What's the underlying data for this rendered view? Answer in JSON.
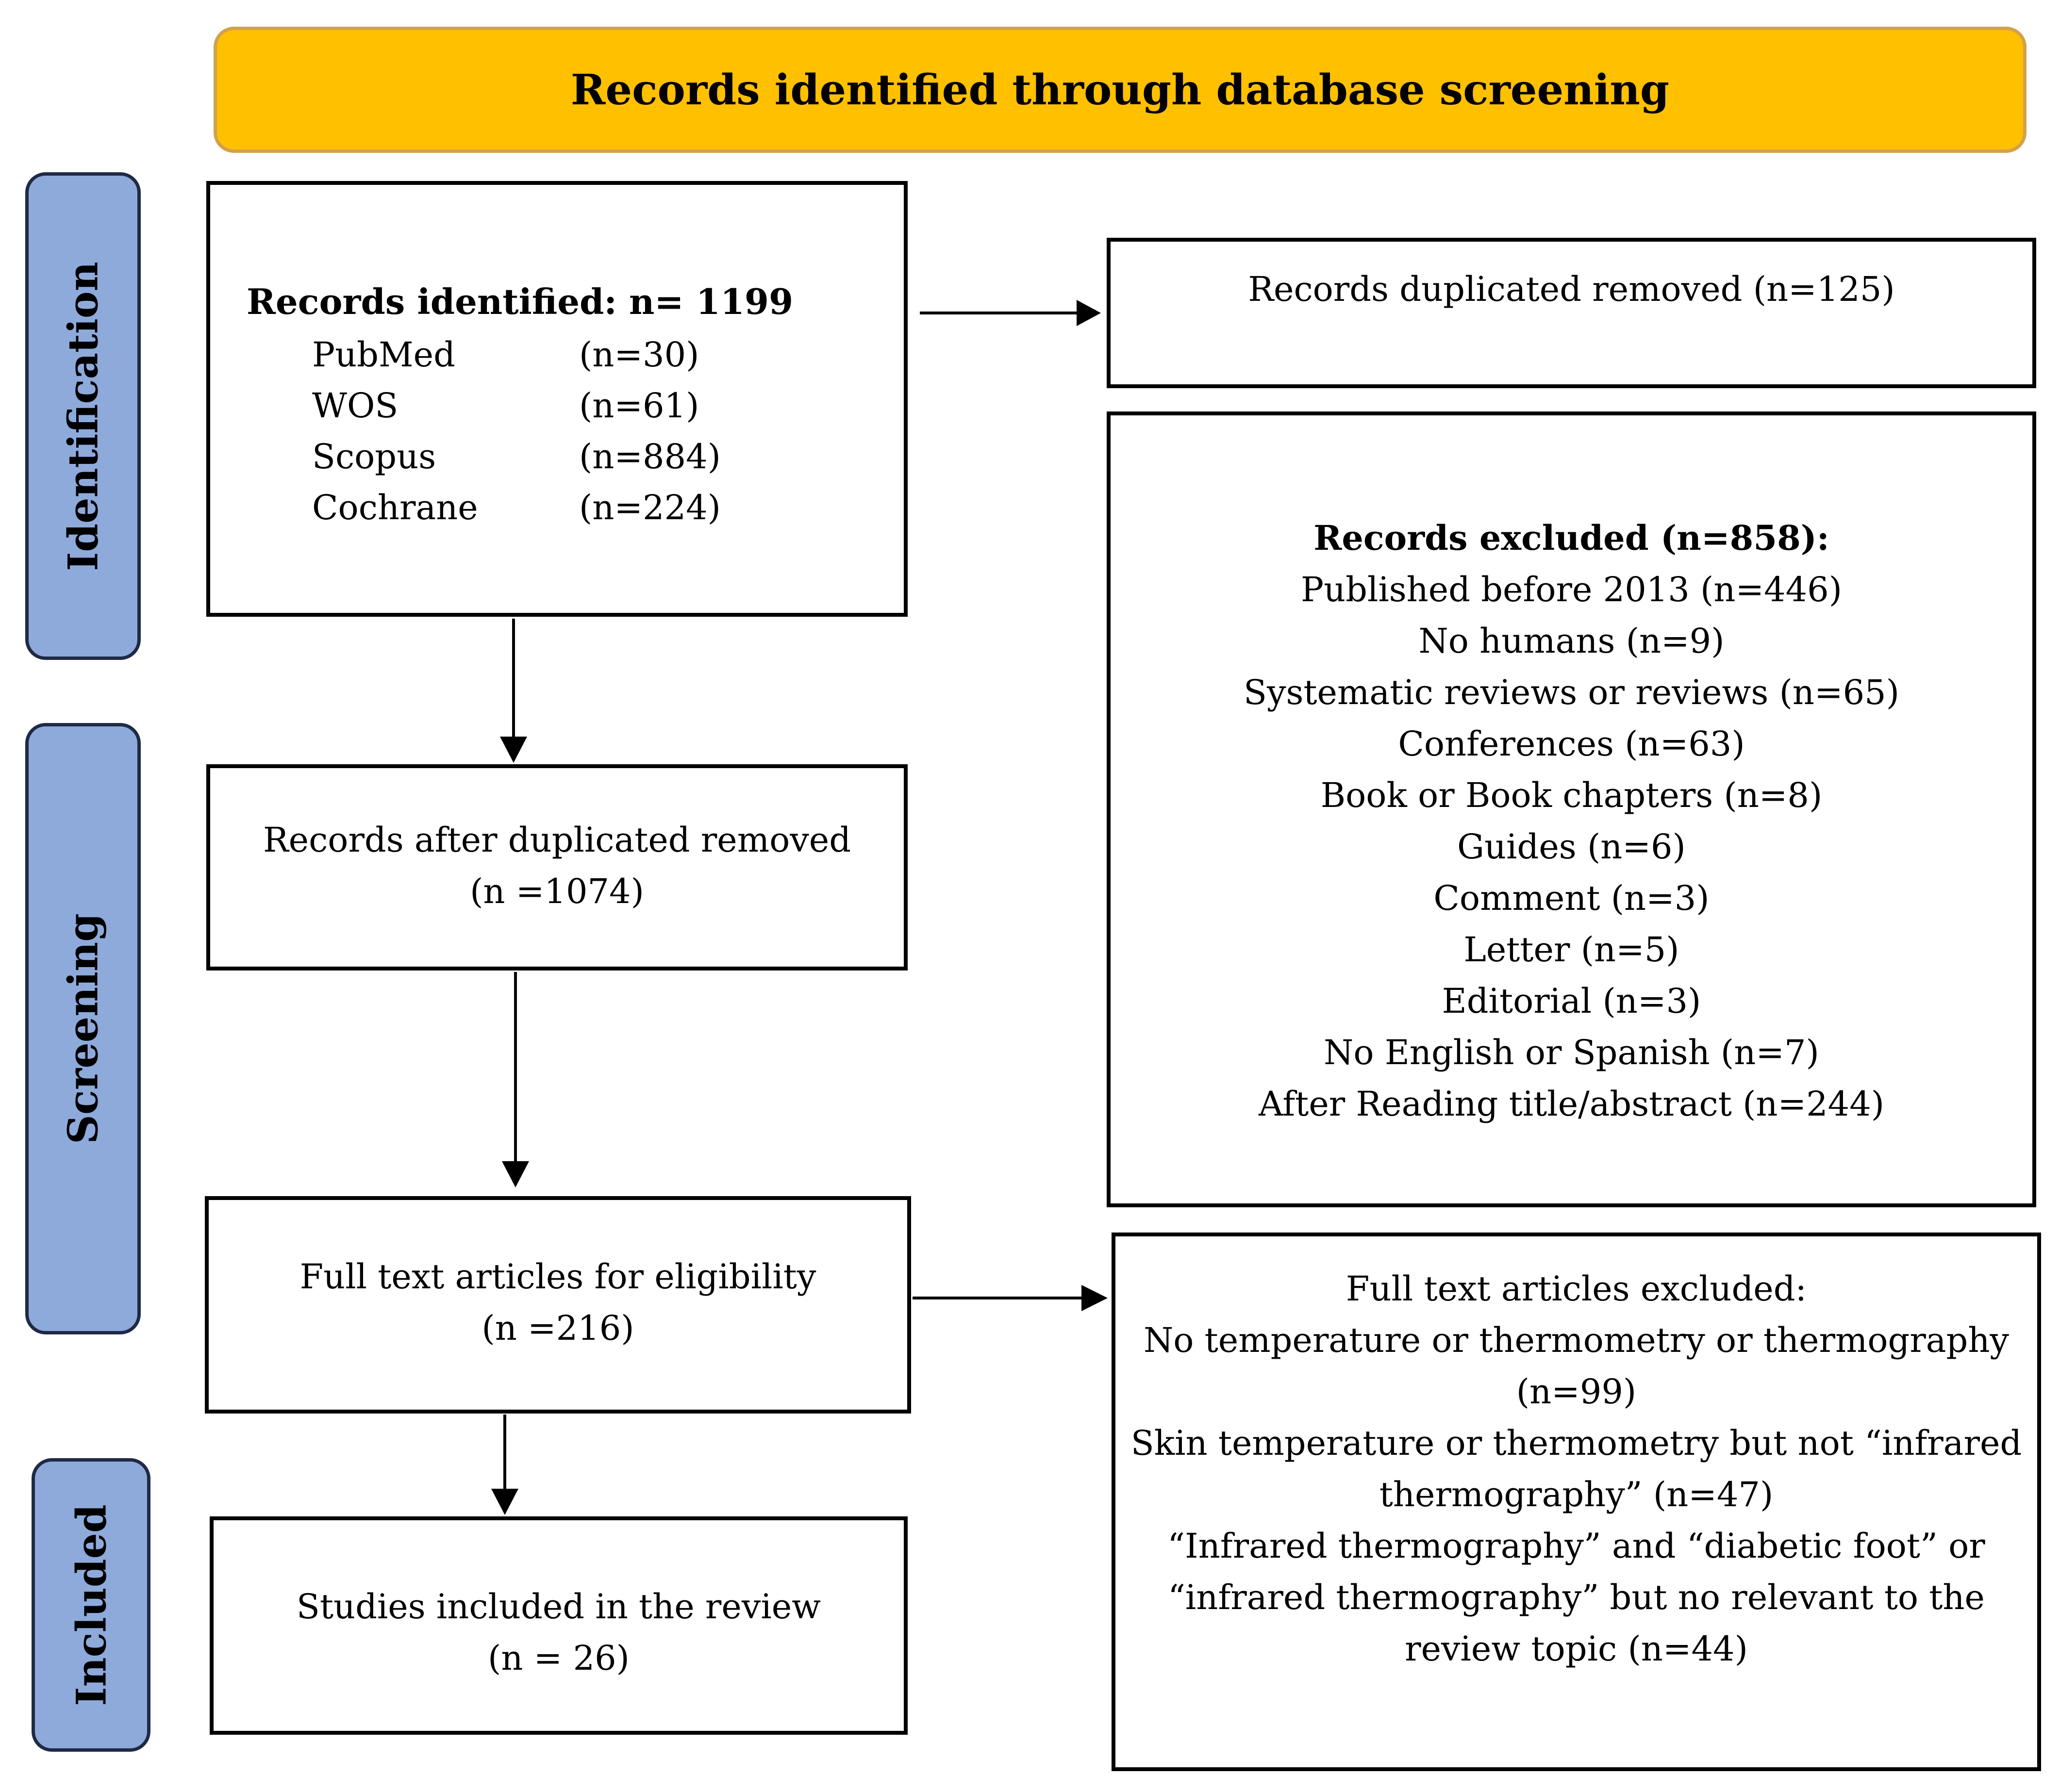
{
  "header": {
    "title": "Records identified through database screening"
  },
  "phases": {
    "identification": "Identification",
    "screening": "Screening",
    "included": "Included"
  },
  "identified": {
    "title": "Records identified: n= 1199",
    "sources": [
      {
        "name": "PubMed",
        "count": "(n=30)"
      },
      {
        "name": "WOS",
        "count": "(n=61)"
      },
      {
        "name": "Scopus",
        "count": "(n=884)"
      },
      {
        "name": "Cochrane",
        "count": "(n=224)"
      }
    ]
  },
  "duplicates_removed": {
    "text": "Records duplicated removed (n=125)"
  },
  "excluded_records": {
    "title": "Records excluded (n=858):",
    "items": [
      "Published before 2013 (n=446)",
      "No humans (n=9)",
      "Systematic reviews or reviews (n=65)",
      "Conferences (n=63)",
      "Book or Book chapters (n=8)",
      "Guides (n=6)",
      "Comment  (n=3)",
      "Letter (n=5)",
      "Editorial (n=3)",
      "No English or Spanish  (n=7)",
      "After Reading title/abstract (n=244)"
    ]
  },
  "after_duplicates": {
    "line1": "Records after duplicated removed",
    "line2": "(n =1074)"
  },
  "full_text": {
    "line1": "Full text articles for eligibility",
    "line2": "(n =216)"
  },
  "full_text_excluded": {
    "lines": [
      "Full text articles excluded:",
      "No temperature or thermometry or thermography",
      "(n=99)",
      "Skin temperature or thermometry but not “infrared",
      "thermography” (n=47)",
      "“Infrared thermography” and “diabetic foot” or",
      "“infrared thermography” but no relevant to the",
      "review topic (n=44)"
    ]
  },
  "included_studies": {
    "line1": "Studies included in the review",
    "line2": "(n = 26)"
  }
}
